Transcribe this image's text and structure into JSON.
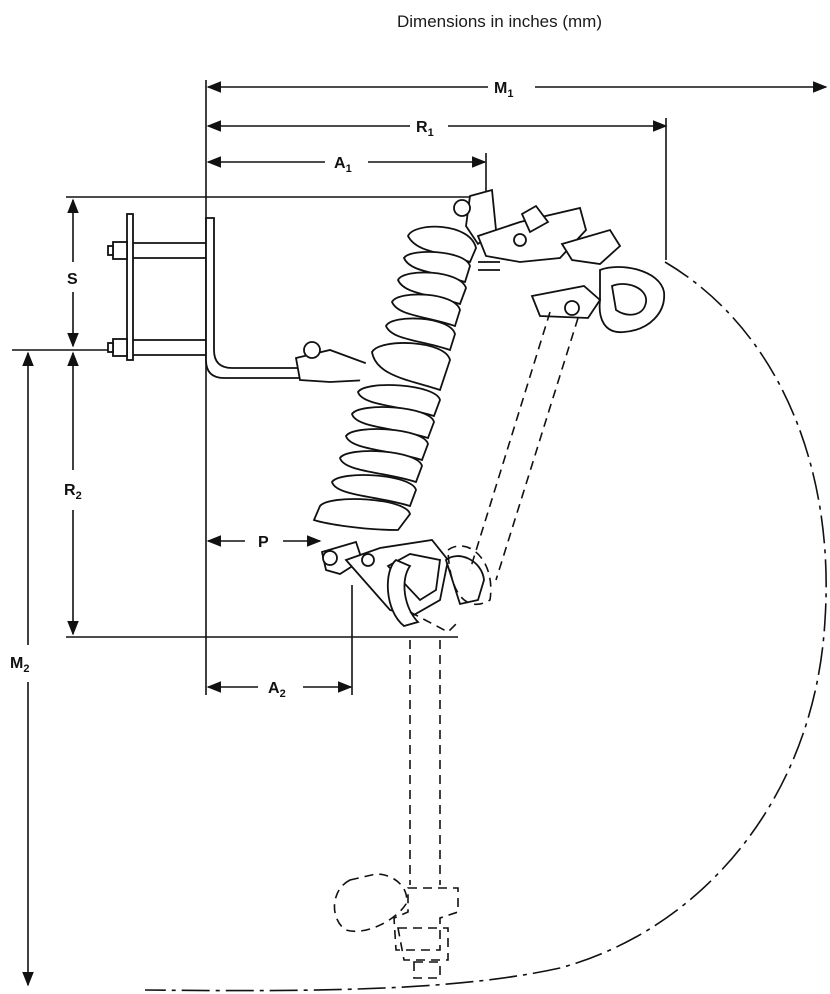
{
  "caption": "Dimensions in inches (mm)",
  "dimensions": [
    {
      "id": "M1",
      "base": "M",
      "sub": "1"
    },
    {
      "id": "R1",
      "base": "R",
      "sub": "1"
    },
    {
      "id": "A1",
      "base": "A",
      "sub": "1"
    },
    {
      "id": "S",
      "base": "S",
      "sub": ""
    },
    {
      "id": "R2",
      "base": "R",
      "sub": "2"
    },
    {
      "id": "P",
      "base": "P",
      "sub": ""
    },
    {
      "id": "A2",
      "base": "A",
      "sub": "2"
    },
    {
      "id": "M2",
      "base": "M",
      "sub": "2"
    }
  ],
  "colors": {
    "line": "#111111",
    "background": "#ffffff"
  }
}
